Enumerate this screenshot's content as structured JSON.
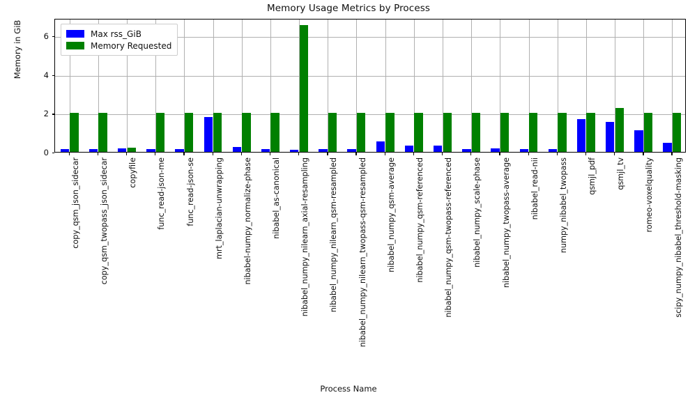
{
  "chart_data": {
    "type": "bar",
    "title": "Memory Usage Metrics by Process",
    "xlabel": "Process Name",
    "ylabel": "Memory in GiB",
    "ylim": [
      0,
      6.9
    ],
    "yticks": [
      0,
      2,
      4,
      6
    ],
    "ytick_labels": [
      "0",
      "2",
      "4",
      "6"
    ],
    "grid": true,
    "legend_position": "upper left",
    "colors": {
      "max_rss": "#0000ff",
      "memory_requested": "#008000"
    },
    "categories": [
      "copy_qsm_json_sidecar",
      "copy_qsm_twopass_json_sidecar",
      "copyfile",
      "func_read-json-me",
      "func_read-json-se",
      "mrt_laplacian-unwrapping",
      "nibabel-numpy_normalize-phase",
      "nibabel_as-canonical",
      "nibabel_numpy_nilearn_axial-resampling",
      "nibabel_numpy_nilearn_qsm-resampled",
      "nibabel_numpy_nilearn_twopass-qsm-resampled",
      "nibabel_numpy_qsm-average",
      "nibabel_numpy_qsm-referenced",
      "nibabel_numpy_qsm-twopass-referenced",
      "nibabel_numpy_scale-phase",
      "nibabel_numpy_twopass-average",
      "nibabel_read-nii",
      "numpy_nibabel_twopass",
      "qsmjl_pdf",
      "qsmjl_tv",
      "romeo-voxelquality",
      "scipy_numpy_nibabel_threshold-masking"
    ],
    "series": [
      {
        "name": "Max rss_GiB",
        "color": "#0000ff",
        "values": [
          0.13,
          0.13,
          0.19,
          0.13,
          0.13,
          1.79,
          0.26,
          0.13,
          0.12,
          0.13,
          0.13,
          0.55,
          0.32,
          0.33,
          0.13,
          0.18,
          0.13,
          0.13,
          1.68,
          1.56,
          1.13,
          0.47
        ]
      },
      {
        "name": "Memory Requested",
        "color": "#008000",
        "values": [
          2.0,
          2.0,
          0.22,
          2.0,
          2.0,
          2.0,
          2.0,
          2.0,
          6.55,
          2.0,
          2.0,
          2.0,
          2.0,
          2.0,
          2.0,
          2.0,
          2.0,
          2.0,
          2.0,
          2.25,
          2.0,
          2.0
        ]
      }
    ]
  },
  "legend": {
    "entries": [
      {
        "label": "Max rss_GiB",
        "color": "#0000ff"
      },
      {
        "label": "Memory Requested",
        "color": "#008000"
      }
    ]
  }
}
